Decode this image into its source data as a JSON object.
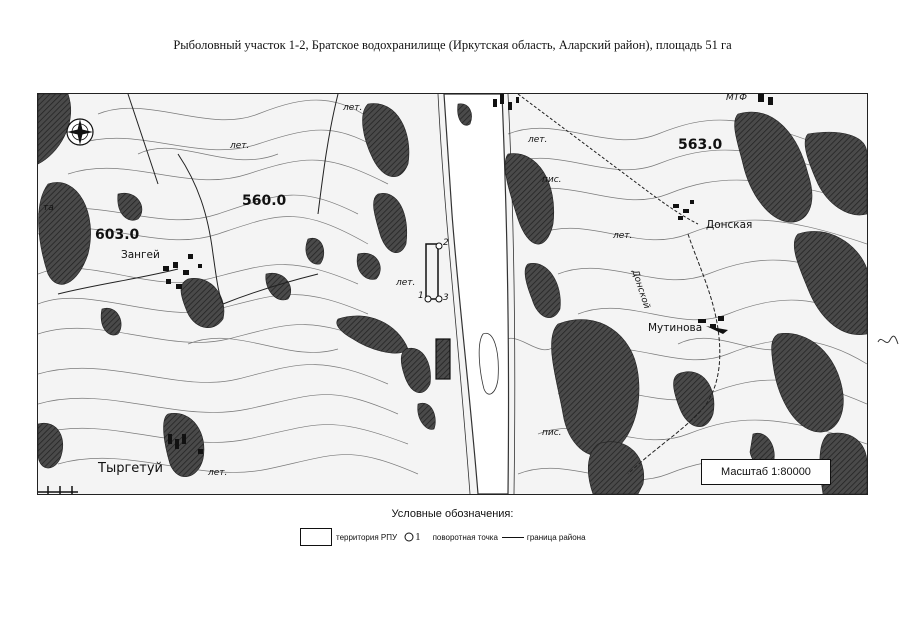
{
  "document": {
    "title": "Рыболовный участок 1-2, Братское водохранилище (Иркутская область, Аларский район), площадь 51 га"
  },
  "map": {
    "elevations": [
      "603.0",
      "560.0",
      "563.0"
    ],
    "places": {
      "zangei": "Зангей",
      "tyrgetui": "Тыргетуй",
      "donskaya": "Донская",
      "mutinova": "Мутинова",
      "donskoy_river": "Донской"
    },
    "small_labels": {
      "let1": "лет.",
      "let2": "лет.",
      "let3": "лет.",
      "let4": "лет.",
      "let5": "лет.",
      "let6": "лет.",
      "pis1": "пис.",
      "pis2": "пис.",
      "mtf": "МТФ",
      "ta": "та"
    },
    "turning_points": [
      "1",
      "2",
      "3"
    ],
    "scale": "Масштаб 1:80000"
  },
  "legend": {
    "title": "Условные обозначения:",
    "territory": "территория РПУ",
    "point_number": "1",
    "point": "поворотная точка",
    "boundary": "граница района"
  },
  "colors": {
    "forest": "#3a3a3a",
    "contour": "#7a7a7a",
    "water": "#ffffff",
    "background": "#f4f4f4"
  }
}
